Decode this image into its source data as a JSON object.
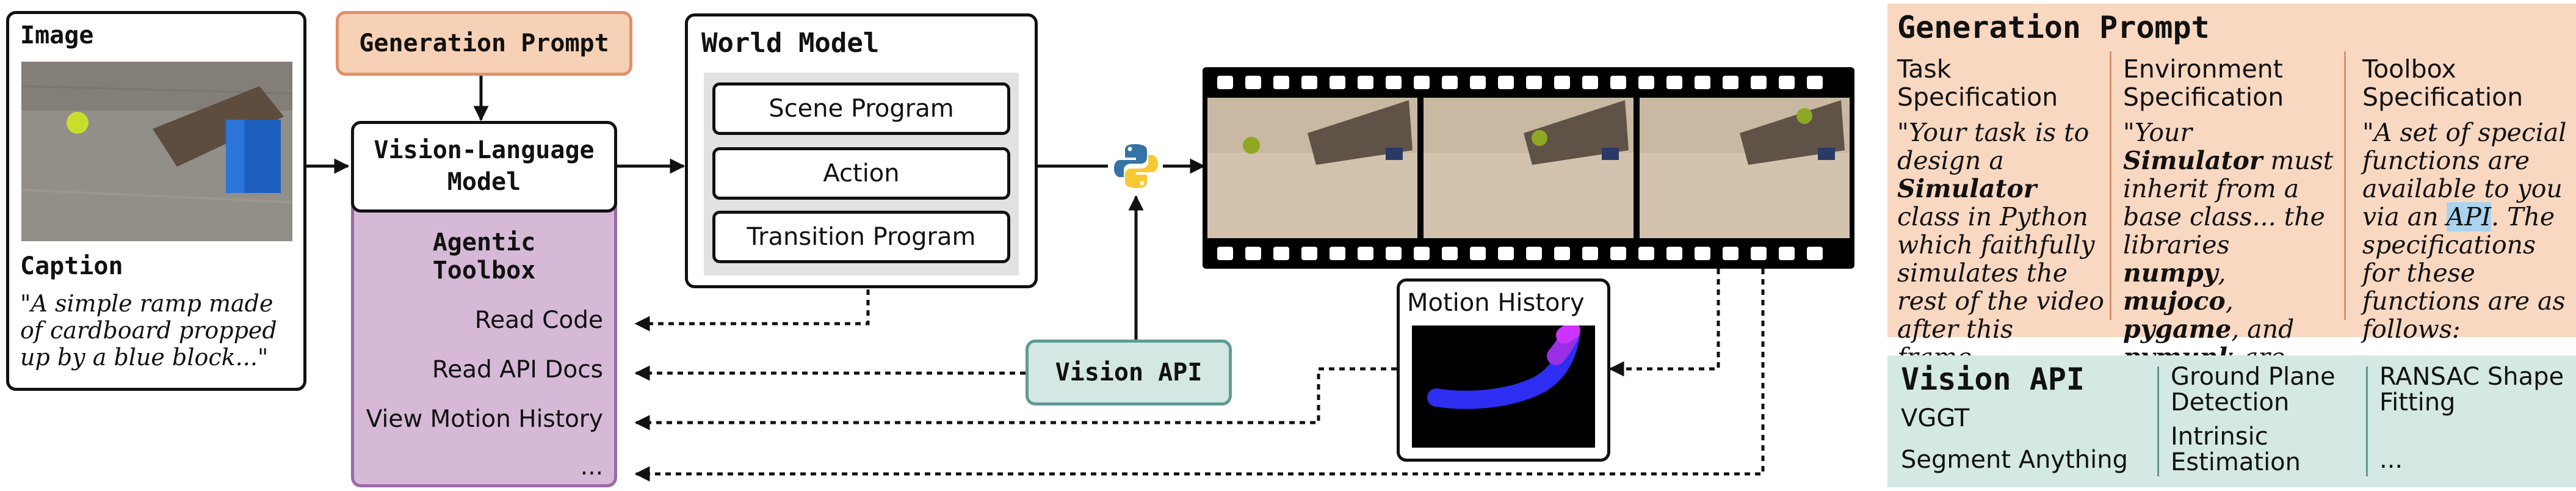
{
  "image_panel": {
    "title": "Image",
    "caption_title": "Caption",
    "caption_text": "\"A simple ramp made of cardboard propped up by a blue block...\""
  },
  "generation_prompt_box": {
    "label": "Generation Prompt"
  },
  "vlm": {
    "label_line1": "Vision-Language",
    "label_line2": "Model"
  },
  "toolbox": {
    "title_line1": "Agentic",
    "title_line2": "Toolbox",
    "items": [
      "Read Code",
      "Read API Docs",
      "View Motion History",
      "..."
    ]
  },
  "world_model": {
    "title": "World Model",
    "items": [
      "Scene Program",
      "Action",
      "Transition Program"
    ]
  },
  "vision_api_box": {
    "label": "Vision API"
  },
  "motion_history": {
    "title": "Motion History"
  },
  "prompt_panel": {
    "title": "Generation Prompt",
    "columns": [
      {
        "heading": "Task Specification",
        "text": "\"Your task is to design a Simulator class in Python which faithfully simulates the rest of the video after this frame.."
      },
      {
        "heading": "Environment Specification",
        "text": "\"Your Simulator must inherit from a base class... the libraries numpy, mujoco, pygame, and pymunk are available..."
      },
      {
        "heading": "Toolbox Specification",
        "text": "\"A set of special functions are available to you via an API. The specifications for these functions are as follows:"
      }
    ],
    "trailing": "."
  },
  "api_panel": {
    "title": "Vision API",
    "col1": [
      "VGGT",
      "Segment Anything"
    ],
    "col2": [
      "Ground Plane Detection",
      "Intrinsic Estimation"
    ],
    "col3": [
      "RANSAC Shape Fitting",
      "..."
    ]
  },
  "colors": {
    "prompt_fill": "#f7d1b5",
    "prompt_border": "#e0916a",
    "toolbox_fill": "#d5b9d6",
    "toolbox_border": "#9c6aa8",
    "api_fill": "#d3e7e3",
    "api_border": "#5f9a95",
    "panel_peach": "#f9d8c2",
    "panel_teal": "#d4e8e4"
  }
}
